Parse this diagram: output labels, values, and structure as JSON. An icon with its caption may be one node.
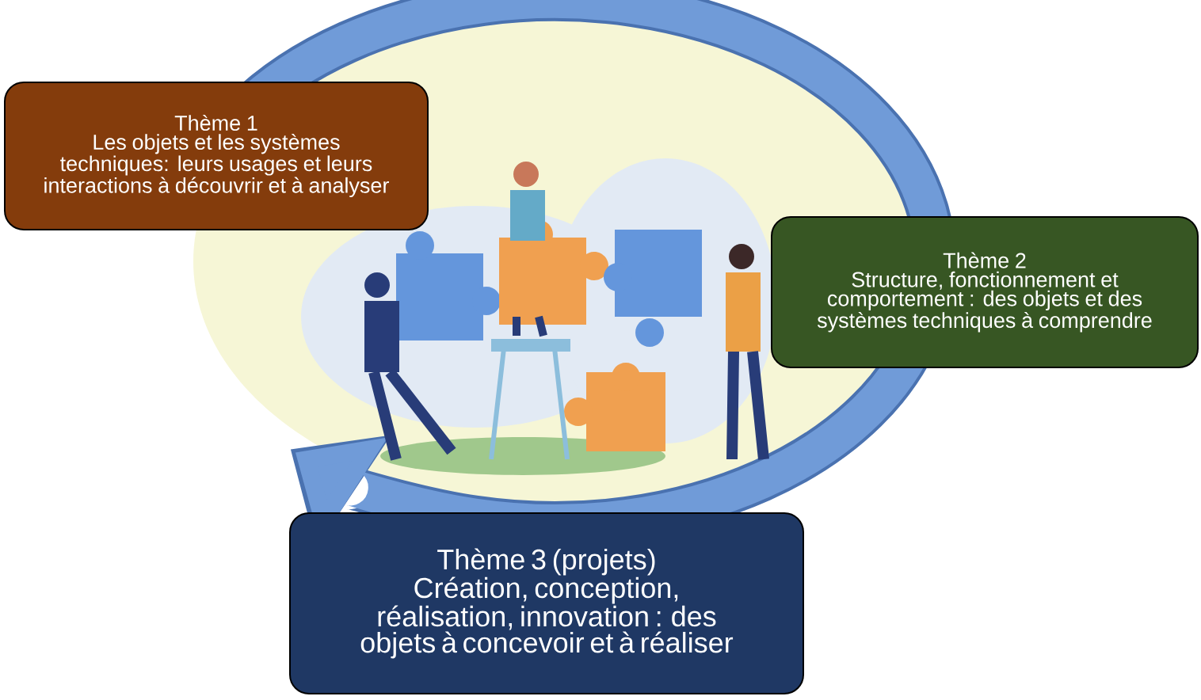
{
  "diagram": {
    "nodes": [
      {
        "text": [
          "Thème 1",
          "Les objets et les systèmes techniques: leurs usages et leurs interactions à découvrir et à analyser"
        ]
      },
      {
        "text": [
          "Thème 2",
          "Structure, fonctionnement et comportement : des objets et des systèmes techniques à comprendre"
        ]
      },
      {
        "text": [
          "Thème 3 (projets)",
          "Création, conception, réalisation, innovation : des objets à concevoir et à réaliser"
        ]
      }
    ]
  }
}
